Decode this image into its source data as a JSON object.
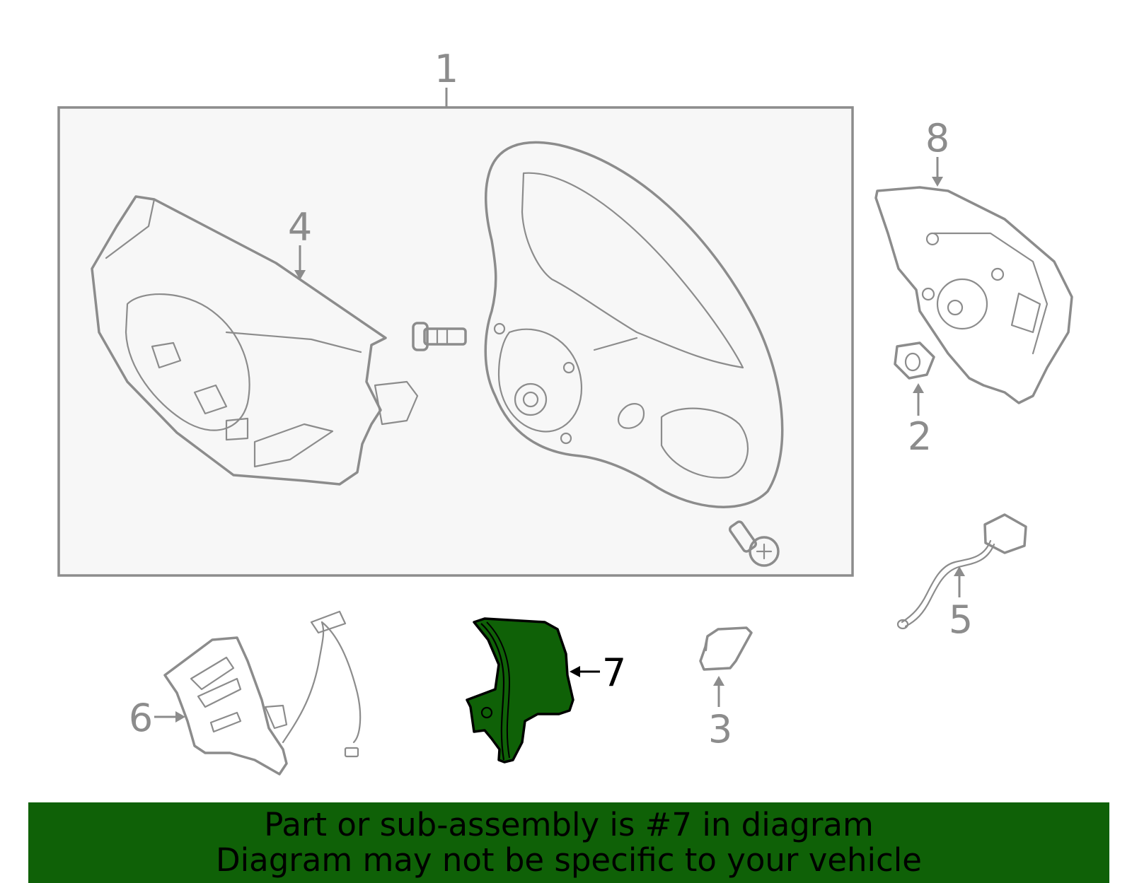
{
  "callouts": [
    {
      "id": "1",
      "label": "1"
    },
    {
      "id": "2",
      "label": "2"
    },
    {
      "id": "3",
      "label": "3"
    },
    {
      "id": "4",
      "label": "4"
    },
    {
      "id": "5",
      "label": "5"
    },
    {
      "id": "6",
      "label": "6"
    },
    {
      "id": "7",
      "label": "7"
    },
    {
      "id": "8",
      "label": "8"
    }
  ],
  "highlighted_part": "7",
  "colors": {
    "highlight_fill": "#0f6107",
    "banner_background": "#0f6107",
    "line_art": "#8c8c8c",
    "assembly_box_fill": "#f7f7f7"
  },
  "banner": {
    "line1": "Part or sub-assembly is #7 in diagram",
    "line2": "Diagram may not be specific to your vehicle"
  }
}
